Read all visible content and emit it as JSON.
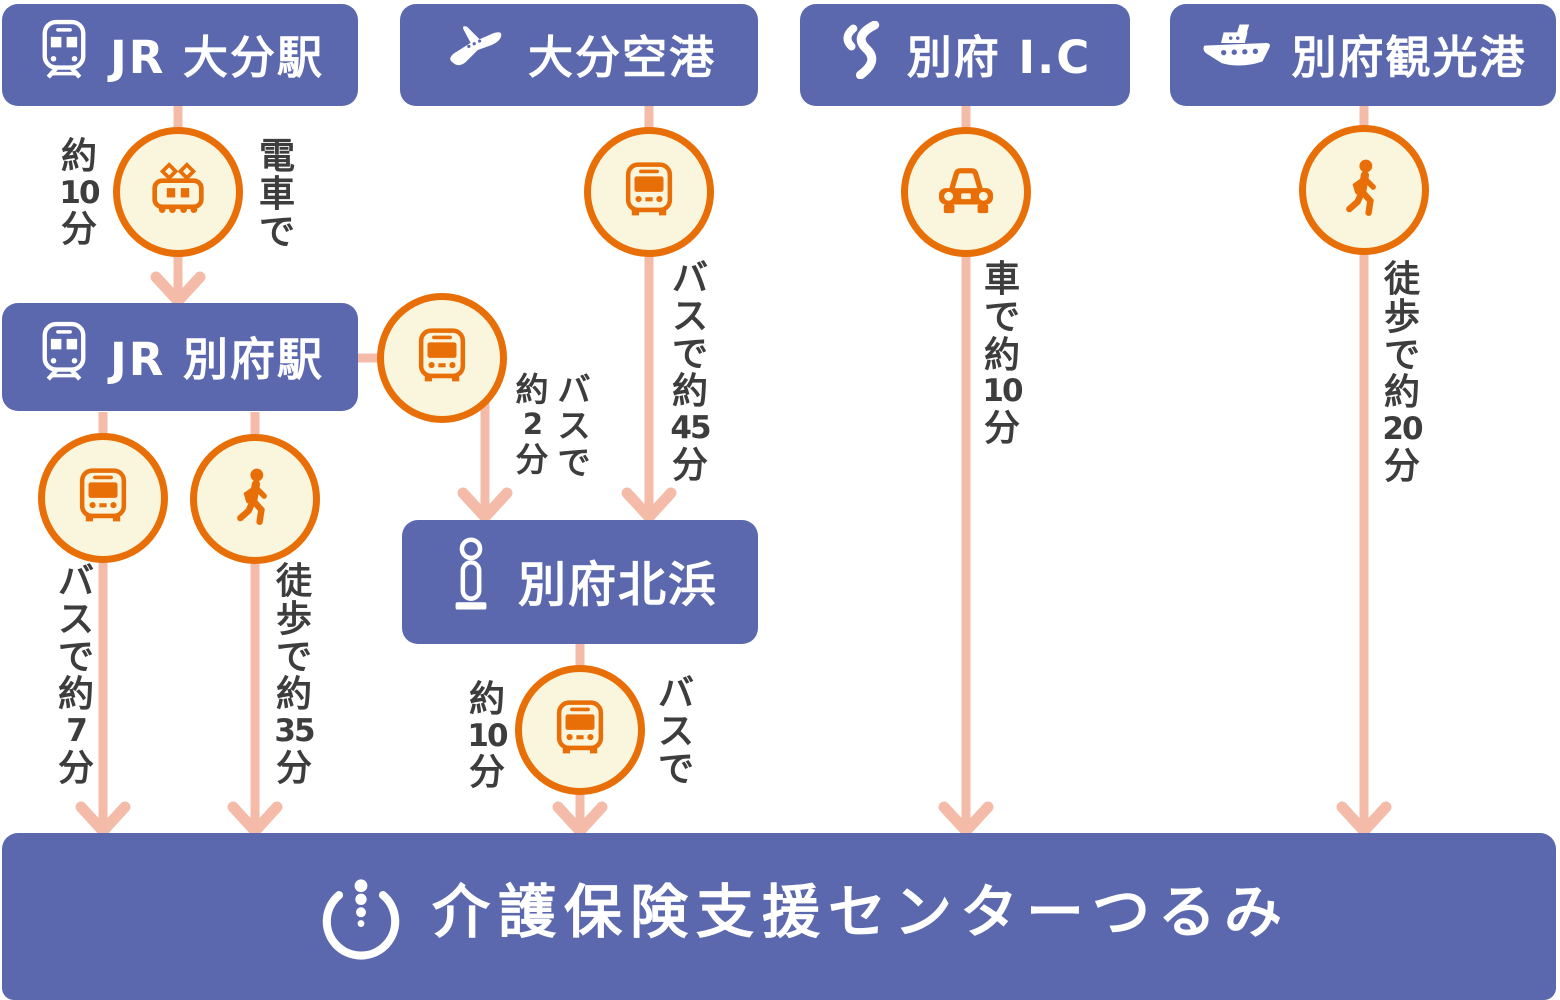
{
  "title": "access-route-diagram",
  "colors": {
    "node_blue": "#5b68ae",
    "icon_orange": "#e86f07",
    "circle_cream": "#faf6de",
    "arrow_pink": "#f4bba9",
    "label_gray": "#3d3d3d",
    "white": "#ffffff"
  },
  "nodes": {
    "jr_oita": {
      "label": "JR 大分駅",
      "icon": "train-icon"
    },
    "oita_airport": {
      "label": "大分空港",
      "icon": "plane-icon"
    },
    "beppu_ic": {
      "label": "別府 I.C",
      "icon": "road-icon"
    },
    "beppu_port": {
      "label": "別府観光港",
      "icon": "ship-icon"
    },
    "jr_beppu": {
      "label": "JR 別府駅",
      "icon": "train-icon"
    },
    "beppu_kitahama": {
      "label": "別府北浜",
      "icon": "bus-stop-icon"
    }
  },
  "destination": {
    "label": "介護保険支援センターつるみ",
    "icon": "center-logo"
  },
  "edges": {
    "oita_to_beppu_train": {
      "left": "約10分",
      "right": "電車で",
      "mode_icon": "tram-icon"
    },
    "airport_to_kitahama_bus": {
      "right": "バスで約45分",
      "mode_icon": "bus-icon"
    },
    "jrbeppu_to_kitahama_bus": {
      "col_first": "バスで",
      "col_second": "約2分",
      "mode_icon": "bus-icon"
    },
    "jrbeppu_to_center_bus": {
      "left": "バスで約7分",
      "mode_icon": "bus-icon"
    },
    "jrbeppu_to_center_walk": {
      "right": "徒歩で約35分",
      "mode_icon": "walk-icon"
    },
    "kitahama_to_center_bus": {
      "left": "約10分",
      "right": "バスで",
      "mode_icon": "bus-icon"
    },
    "ic_to_center_car": {
      "right": "車で約10分",
      "mode_icon": "car-icon"
    },
    "port_to_center_walk": {
      "right": "徒歩で約20分",
      "mode_icon": "walk-icon"
    }
  }
}
